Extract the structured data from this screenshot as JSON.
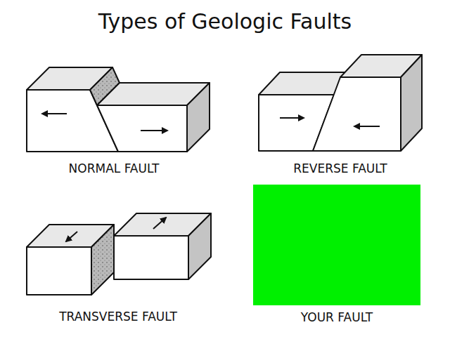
{
  "diagram": {
    "title": "Types of Geologic Faults",
    "labels": [
      "NORMAL FAULT",
      "REVERSE FAULT",
      "TRANSVERSE FAULT",
      "YOUR FAULT"
    ]
  }
}
